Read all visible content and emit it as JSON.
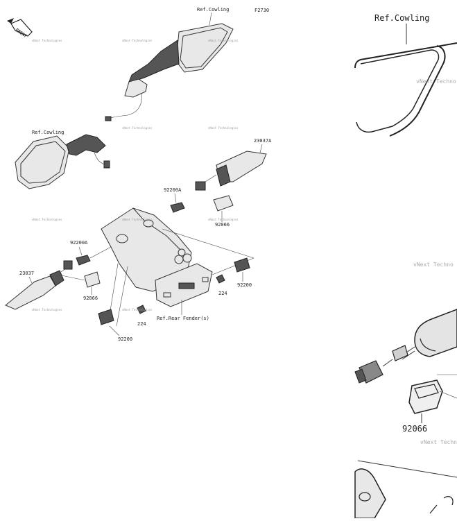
{
  "diagram": {
    "figure_code": "F2730",
    "front_marker": "FRONT",
    "ref_cowling_top": "Ref.Cowling",
    "ref_cowling_left": "Ref.Cowling",
    "ref_rear_fender": "Ref.Rear Fender(s)",
    "watermark": "vNext Technologies",
    "parts": {
      "p23037A": "23037A",
      "p92200A_top": "92200A",
      "p92066_top": "92066",
      "p92200A_left": "92200A",
      "p23037": "23037",
      "p92066_left": "92066",
      "p224_right": "224",
      "p92200_right": "92200",
      "p224_bottom": "224",
      "p92200_bottom": "92200"
    }
  },
  "zoom": {
    "ref_cowling": "Ref.Cowling",
    "part_92066": "92066",
    "watermark": "vNext Techno"
  }
}
